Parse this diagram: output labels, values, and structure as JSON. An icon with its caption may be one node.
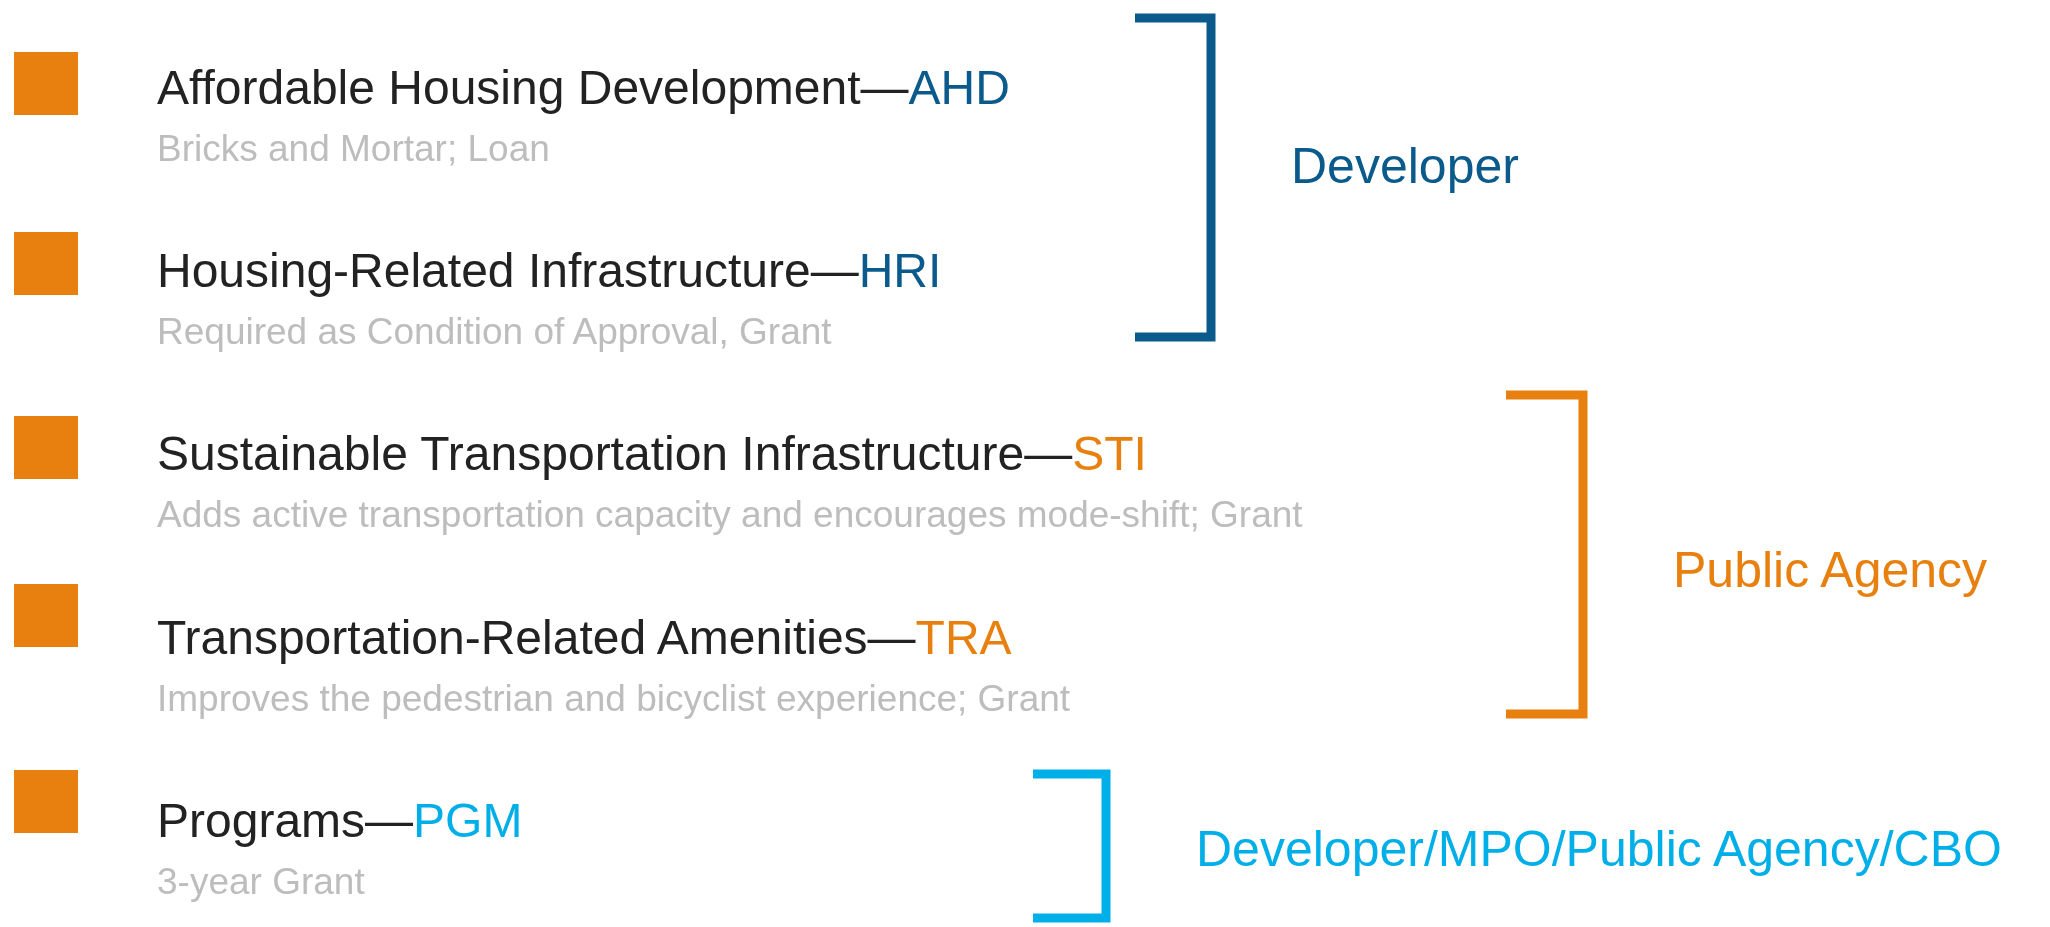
{
  "diagram": {
    "nodes": [
      {
        "text": [
          "Affordable Housing Development—",
          "AHD",
          "Bricks and Mortar; Loan"
        ]
      },
      {
        "text": [
          "Housing-Related Infrastructure—",
          "HRI",
          "Required as Condition of Approval, Grant"
        ]
      },
      {
        "text": [
          "Sustainable Transportation Infrastructure—",
          "STI",
          "Adds active transportation capacity and encourages mode-shift; Grant"
        ]
      },
      {
        "text": [
          "Transportation-Related Amenities—",
          "TRA",
          "Improves the pedestrian and bicyclist experience; Grant"
        ]
      },
      {
        "text": [
          "Programs—",
          "PGM",
          "3-year Grant"
        ]
      },
      {
        "text": [
          "Developer"
        ]
      },
      {
        "text": [
          "Public Agency"
        ]
      },
      {
        "text": [
          "Developer/MPO/Public Agency/CBO"
        ]
      }
    ]
  }
}
